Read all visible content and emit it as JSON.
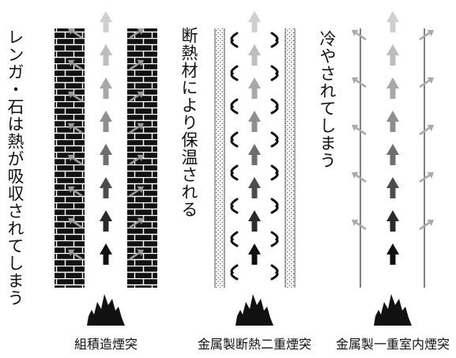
{
  "panels": [
    {
      "caption": "組積造煙突",
      "description": "レンガ・石は熱が吸収されてしまう"
    },
    {
      "caption": "金属製断熱二重煙突",
      "description": "断熱材により保温される"
    },
    {
      "caption": "金属製一重室内煙突",
      "description": "冷やされてしまう"
    }
  ],
  "colors": {
    "brick": "#111111",
    "mortar": "#ffffff",
    "flame": "#111111",
    "arrow_ramp": [
      "#cfcfcf",
      "#bdbdbd",
      "#a8a8a8",
      "#8e8e8e",
      "#6e6e6e",
      "#4c4c4c",
      "#2a2a2a",
      "#111111"
    ],
    "side_arrow": "#9a9a9a",
    "insulation_dots": "#555555",
    "pipe_line": "#555555"
  },
  "icons": [
    "flame-icon",
    "heat-up-arrow-icon",
    "heat-loss-arrow-icon",
    "insulation-bracket-icon"
  ]
}
